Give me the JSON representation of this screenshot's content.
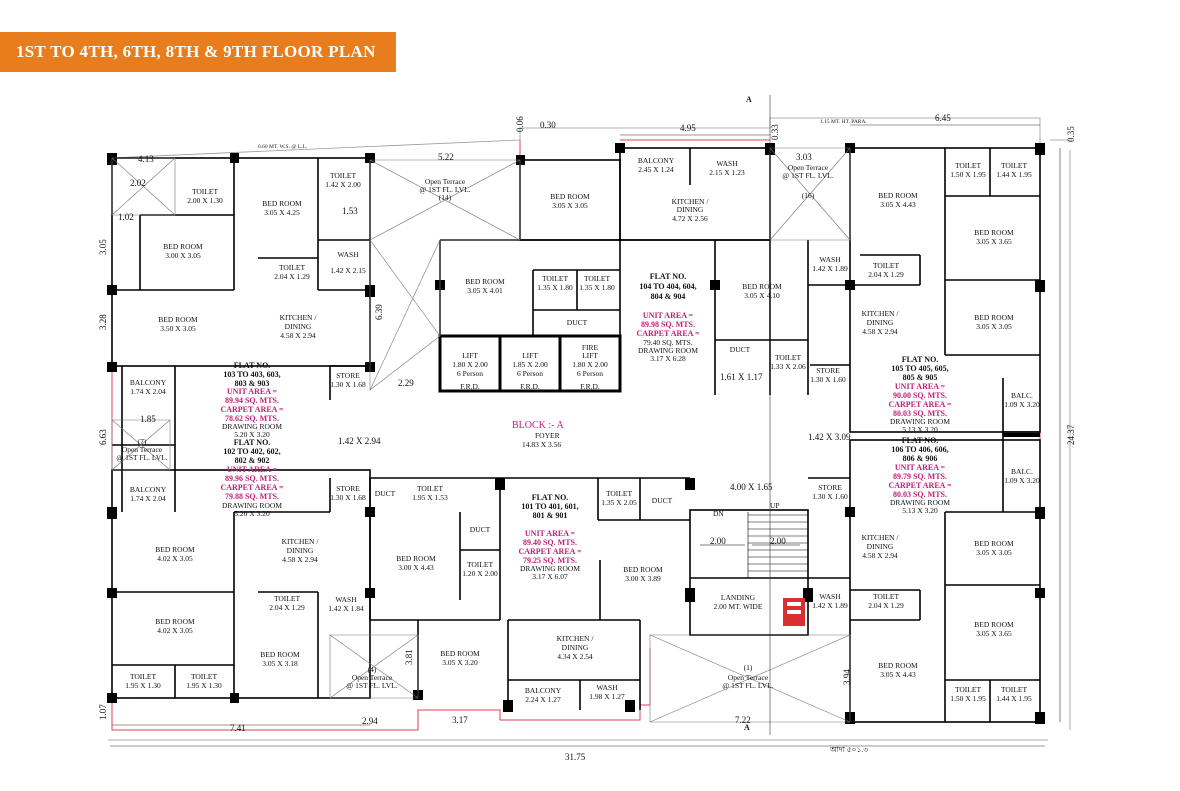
{
  "header": {
    "title": "1ST TO 4TH, 6TH, 8TH & 9TH FLOOR PLAN"
  },
  "colors": {
    "banner": "#e87d1e",
    "area_text": "#c0207a",
    "outline": "#e04050",
    "wall": "#000000"
  },
  "block": {
    "name": "BLOCK :- A",
    "foyer": "FOYER",
    "foyer_dim": "14.83 X 3.56"
  },
  "flats": {
    "f104": {
      "title": "FLAT NO.",
      "nos1": "104 TO 404, 604,",
      "nos2": "804 & 904",
      "unit": "UNIT AREA =",
      "unit_val": "89.98 SQ. MTS.",
      "carpet": "CARPET AREA =",
      "carpet_val": "79.40 SQ. MTS.",
      "room": "DRAWING ROOM",
      "room_dim": "3.17 X 6.28"
    },
    "f103": {
      "title": "FLAT NO.",
      "nos1": "103 TO 403, 603,",
      "nos2": "803 & 903",
      "unit": "UNIT AREA =",
      "unit_val": "89.94 SQ. MTS.",
      "carpet": "CARPET AREA =",
      "carpet_val": "78.62 SQ. MTS.",
      "room": "DRAWING ROOM",
      "room_dim": "5.20 X 3.20"
    },
    "f102": {
      "title": "FLAT NO.",
      "nos1": "102 TO 402, 602,",
      "nos2": "802 & 902",
      "unit": "UNIT AREA =",
      "unit_val": "89.96 SQ. MTS.",
      "carpet": "CARPET AREA =",
      "carpet_val": "79.88 SQ. MTS.",
      "room": "DRAWING ROOM",
      "room_dim": "5.20 X 3.20"
    },
    "f101": {
      "title": "FLAT NO.",
      "nos1": "101 TO 401, 601,",
      "nos2": "801 & 901",
      "unit": "UNIT AREA =",
      "unit_val": "89.40 SQ. MTS.",
      "carpet": "CARPET AREA =",
      "carpet_val": "79.25 SQ. MTS.",
      "room": "DRAWING ROOM",
      "room_dim": "3.17 X 6.07"
    },
    "f105": {
      "title": "FLAT NO.",
      "nos1": "105 TO 405, 605,",
      "nos2": "805 & 905",
      "unit": "UNIT AREA =",
      "unit_val": "90.00 SQ. MTS.",
      "carpet": "CARPET AREA =",
      "carpet_val": "80.03 SQ. MTS.",
      "room": "DRAWING ROOM",
      "room_dim": "5.13 X 3.20"
    },
    "f106": {
      "title": "FLAT NO.",
      "nos1": "106 TO 406, 606,",
      "nos2": "806 & 906",
      "unit": "UNIT AREA =",
      "unit_val": "89.79 SQ. MTS.",
      "carpet": "CARPET AREA =",
      "carpet_val": "80.03 SQ. MTS.",
      "room": "DRAWING ROOM",
      "room_dim": "5.13 X 3.20"
    }
  },
  "rooms": {
    "toilet_nw": {
      "name": "TOILET",
      "dim": "2.00 X 1.30"
    },
    "bed_nw1": {
      "name": "BED ROOM",
      "dim": "3.05 X 4.25"
    },
    "toilet_nw2": {
      "name": "TOILET",
      "dim": "1.42 X 2.00"
    },
    "bed_nw2": {
      "name": "BED ROOM",
      "dim": "3.00 X 3.05"
    },
    "wash_nw": {
      "name": "WASH",
      "dim": "1.42 X 2.15"
    },
    "toilet_nw3": {
      "name": "TOILET",
      "dim": "2.04 X 1.29"
    },
    "bed_nw3": {
      "name": "BED ROOM",
      "dim": "3.50 X 3.05"
    },
    "kitchen_nw": {
      "name": "KITCHEN /",
      "name2": "DINING",
      "dim": "4.58 X 2.94"
    },
    "store_nw": {
      "name": "STORE",
      "dim": "1.30 X 1.68"
    },
    "balcony_w1": {
      "name": "BALCONY",
      "dim": "1.74 X 2.04"
    },
    "balcony_w2": {
      "name": "BALCONY",
      "dim": "1.74 X 2.04"
    },
    "bed_n1": {
      "name": "BED ROOM",
      "dim": "3.05 X 3.05"
    },
    "bed_n2": {
      "name": "BED ROOM",
      "dim": "3.05 X 4.01"
    },
    "toilet_n1": {
      "name": "TOILET",
      "dim": "1.35 X 1.80"
    },
    "toilet_n2": {
      "name": "TOILET",
      "dim": "1.35 X 1.80"
    },
    "duct_n": {
      "name": "DUCT"
    },
    "balcony_n": {
      "name": "BALCONY",
      "dim": "2.45 X 1.24"
    },
    "wash_n": {
      "name": "WASH",
      "dim": "2.15 X 1.23"
    },
    "kitchen_n": {
      "name": "KITCHEN /",
      "name2": "DINING",
      "dim": "4.72 X 2.56"
    },
    "bed_n3": {
      "name": "BED ROOM",
      "dim": "3.05 X 4.10"
    },
    "lift1": {
      "name": "LIFT",
      "dim": "1.80 X 2.00",
      "cap": "6 Person",
      "frd": "F.R.D."
    },
    "lift2": {
      "name": "LIFT",
      "dim": "1.85 X 2.00",
      "cap": "6 Person",
      "frd": "F.R.D."
    },
    "lift3": {
      "name": "FIRE",
      "name2": "LIFT",
      "dim": "1.80 X 2.00",
      "cap": "6 Person",
      "frd": "F.R.D."
    },
    "duct_c": {
      "name": "DUCT"
    },
    "toilet_c": {
      "name": "TOILET",
      "dim": "1.33 X 2.06"
    },
    "bed_ne1": {
      "name": "BED ROOM",
      "dim": "3.05 X 4.43"
    },
    "toilet_ne1": {
      "name": "TOILET",
      "dim": "1.50 X 1.95"
    },
    "toilet_ne2": {
      "name": "TOILET",
      "dim": "1.44 X 1.95"
    },
    "bed_ne2": {
      "name": "BED ROOM",
      "dim": "3.05 X 3.65"
    },
    "wash_ne": {
      "name": "WASH",
      "dim": "1.42 X 1.89"
    },
    "toilet_ne3": {
      "name": "TOILET",
      "dim": "2.04 X 1.29"
    },
    "bed_ne3": {
      "name": "BED ROOM",
      "dim": "3.05 X 3.05"
    },
    "kitchen_ne": {
      "name": "KITCHEN /",
      "name2": "DINING",
      "dim": "4.58 X 2.94"
    },
    "store_ne": {
      "name": "STORE",
      "dim": "1.30 X 1.60"
    },
    "balc_e1": {
      "name": "BALC.",
      "dim": "1.09 X 3.20"
    },
    "balc_e2": {
      "name": "BALC.",
      "dim": "1.09 X 3.20"
    },
    "store_se": {
      "name": "STORE",
      "dim": "1.30 X 1.60"
    },
    "kitchen_se": {
      "name": "KITCHEN /",
      "name2": "DINING",
      "dim": "4.58 X 2.94"
    },
    "bed_se1": {
      "name": "BED ROOM",
      "dim": "3.05 X 3.05"
    },
    "bed_se2": {
      "name": "BED ROOM",
      "dim": "3.05 X 3.65"
    },
    "wash_se": {
      "name": "WASH",
      "dim": "1.42 X 1.89"
    },
    "toilet_se1": {
      "name": "TOILET",
      "dim": "2.04 X 1.29"
    },
    "bed_se3": {
      "name": "BED ROOM",
      "dim": "3.05 X 4.43"
    },
    "toilet_se2": {
      "name": "TOILET",
      "dim": "1.50 X 1.95"
    },
    "toilet_se3": {
      "name": "TOILET",
      "dim": "1.44 X 1.95"
    },
    "landing": {
      "name": "LANDING",
      "dim": "2.00 MT. WIDE"
    },
    "store_sw": {
      "name": "STORE",
      "dim": "1.30 X 1.68"
    },
    "toilet_sw0": {
      "name": "TOILET",
      "dim": "1.95 X 1.53"
    },
    "duct_sw": {
      "name": "DUCT"
    },
    "kitchen_sw": {
      "name": "KITCHEN /",
      "name2": "DINING",
      "dim": "4.58 X 2.94"
    },
    "bed_sw1": {
      "name": "BED ROOM",
      "dim": "4.02 X 3.05"
    },
    "bed_sw2": {
      "name": "BED ROOM",
      "dim": "4.02 X 3.05"
    },
    "toilet_sw1": {
      "name": "TOILET",
      "dim": "2.04 X 1.29"
    },
    "wash_sw": {
      "name": "WASH",
      "dim": "1.42 X 1.84"
    },
    "bed_sw3": {
      "name": "BED ROOM",
      "dim": "3.05 X 3.18"
    },
    "toilet_sw2": {
      "name": "TOILET",
      "dim": "1.95 X 1.30"
    },
    "toilet_sw3": {
      "name": "TOILET",
      "dim": "1.95 X 1.30"
    },
    "bed_s1": {
      "name": "BED ROOM",
      "dim": "3.00 X 4.43"
    },
    "duct_s": {
      "name": "DUCT"
    },
    "toilet_s1": {
      "name": "TOILET",
      "dim": "1.20 X 2.00"
    },
    "bed_s2": {
      "name": "BED ROOM",
      "dim": "3.05 X 3.20"
    },
    "toilet_s2": {
      "name": "TOILET",
      "dim": "1.35 X 2.05"
    },
    "duct_s2": {
      "name": "DUCT"
    },
    "bed_s3": {
      "name": "BED ROOM",
      "dim": "3.00 X 3.89"
    },
    "kitchen_s": {
      "name": "KITCHEN /",
      "name2": "DINING",
      "dim": "4.34 X 2.54"
    },
    "balcony_s": {
      "name": "BALCONY",
      "dim": "2.24 X 1.27"
    },
    "wash_s": {
      "name": "WASH",
      "dim": "1.98 X 1.27"
    }
  },
  "terraces": {
    "t14": {
      "name": "Open Terrace",
      "sub": "@ 1ST FL. LVL.",
      "num": "(14)"
    },
    "t16": {
      "name": "Open Terrace",
      "sub": "@ 1ST FL. LVL.",
      "num": "(16)"
    },
    "t7": {
      "name": "Open Terrace",
      "sub": "@ 1ST FL. LVL.",
      "num": "(7)"
    },
    "t4": {
      "name": "Open Terrace",
      "sub": "@ 1ST FL. LVL.",
      "num": "(4)"
    },
    "t1": {
      "name": "Open Terrace",
      "sub": "@ 1ST FL. LVL.",
      "num": "(1)"
    }
  },
  "dims": {
    "total_w": "31.75",
    "total_h": "24.37",
    "d645": "6.45",
    "d495": "4.95",
    "d030": "0.30",
    "d035": "0.35",
    "d033": "0.33",
    "d006": "0.06",
    "d413": "4.13",
    "d522": "5.22",
    "d303": "3.03",
    "d229": "2.29",
    "d142": "1.42 X 2.94",
    "d1309": "1.42 X 3.09",
    "d400": "4.00 X 1.65",
    "d741": "7.41",
    "d294": "2.94",
    "d317": "3.17",
    "d722": "7.22",
    "d200a": "2.00",
    "d200b": "2.00",
    "d639": "6.39",
    "d328": "3.28",
    "d305": "3.05",
    "d663": "6.63",
    "d107": "1.07",
    "d381": "3.81",
    "d394": "3.94",
    "d185": "1.85",
    "d161": "1.61 X 1.17",
    "d153": "1.53",
    "d202": "2.02",
    "d102": "1.02"
  },
  "labels": {
    "dn": "DN",
    "up": "UP",
    "a_top": "A",
    "a_bot": "A",
    "ws": "0.60 MT. W.S. @ L.L.",
    "para": "1.15 MT. HT. PARA.",
    "sign": "আদা ৫০১.৩"
  }
}
